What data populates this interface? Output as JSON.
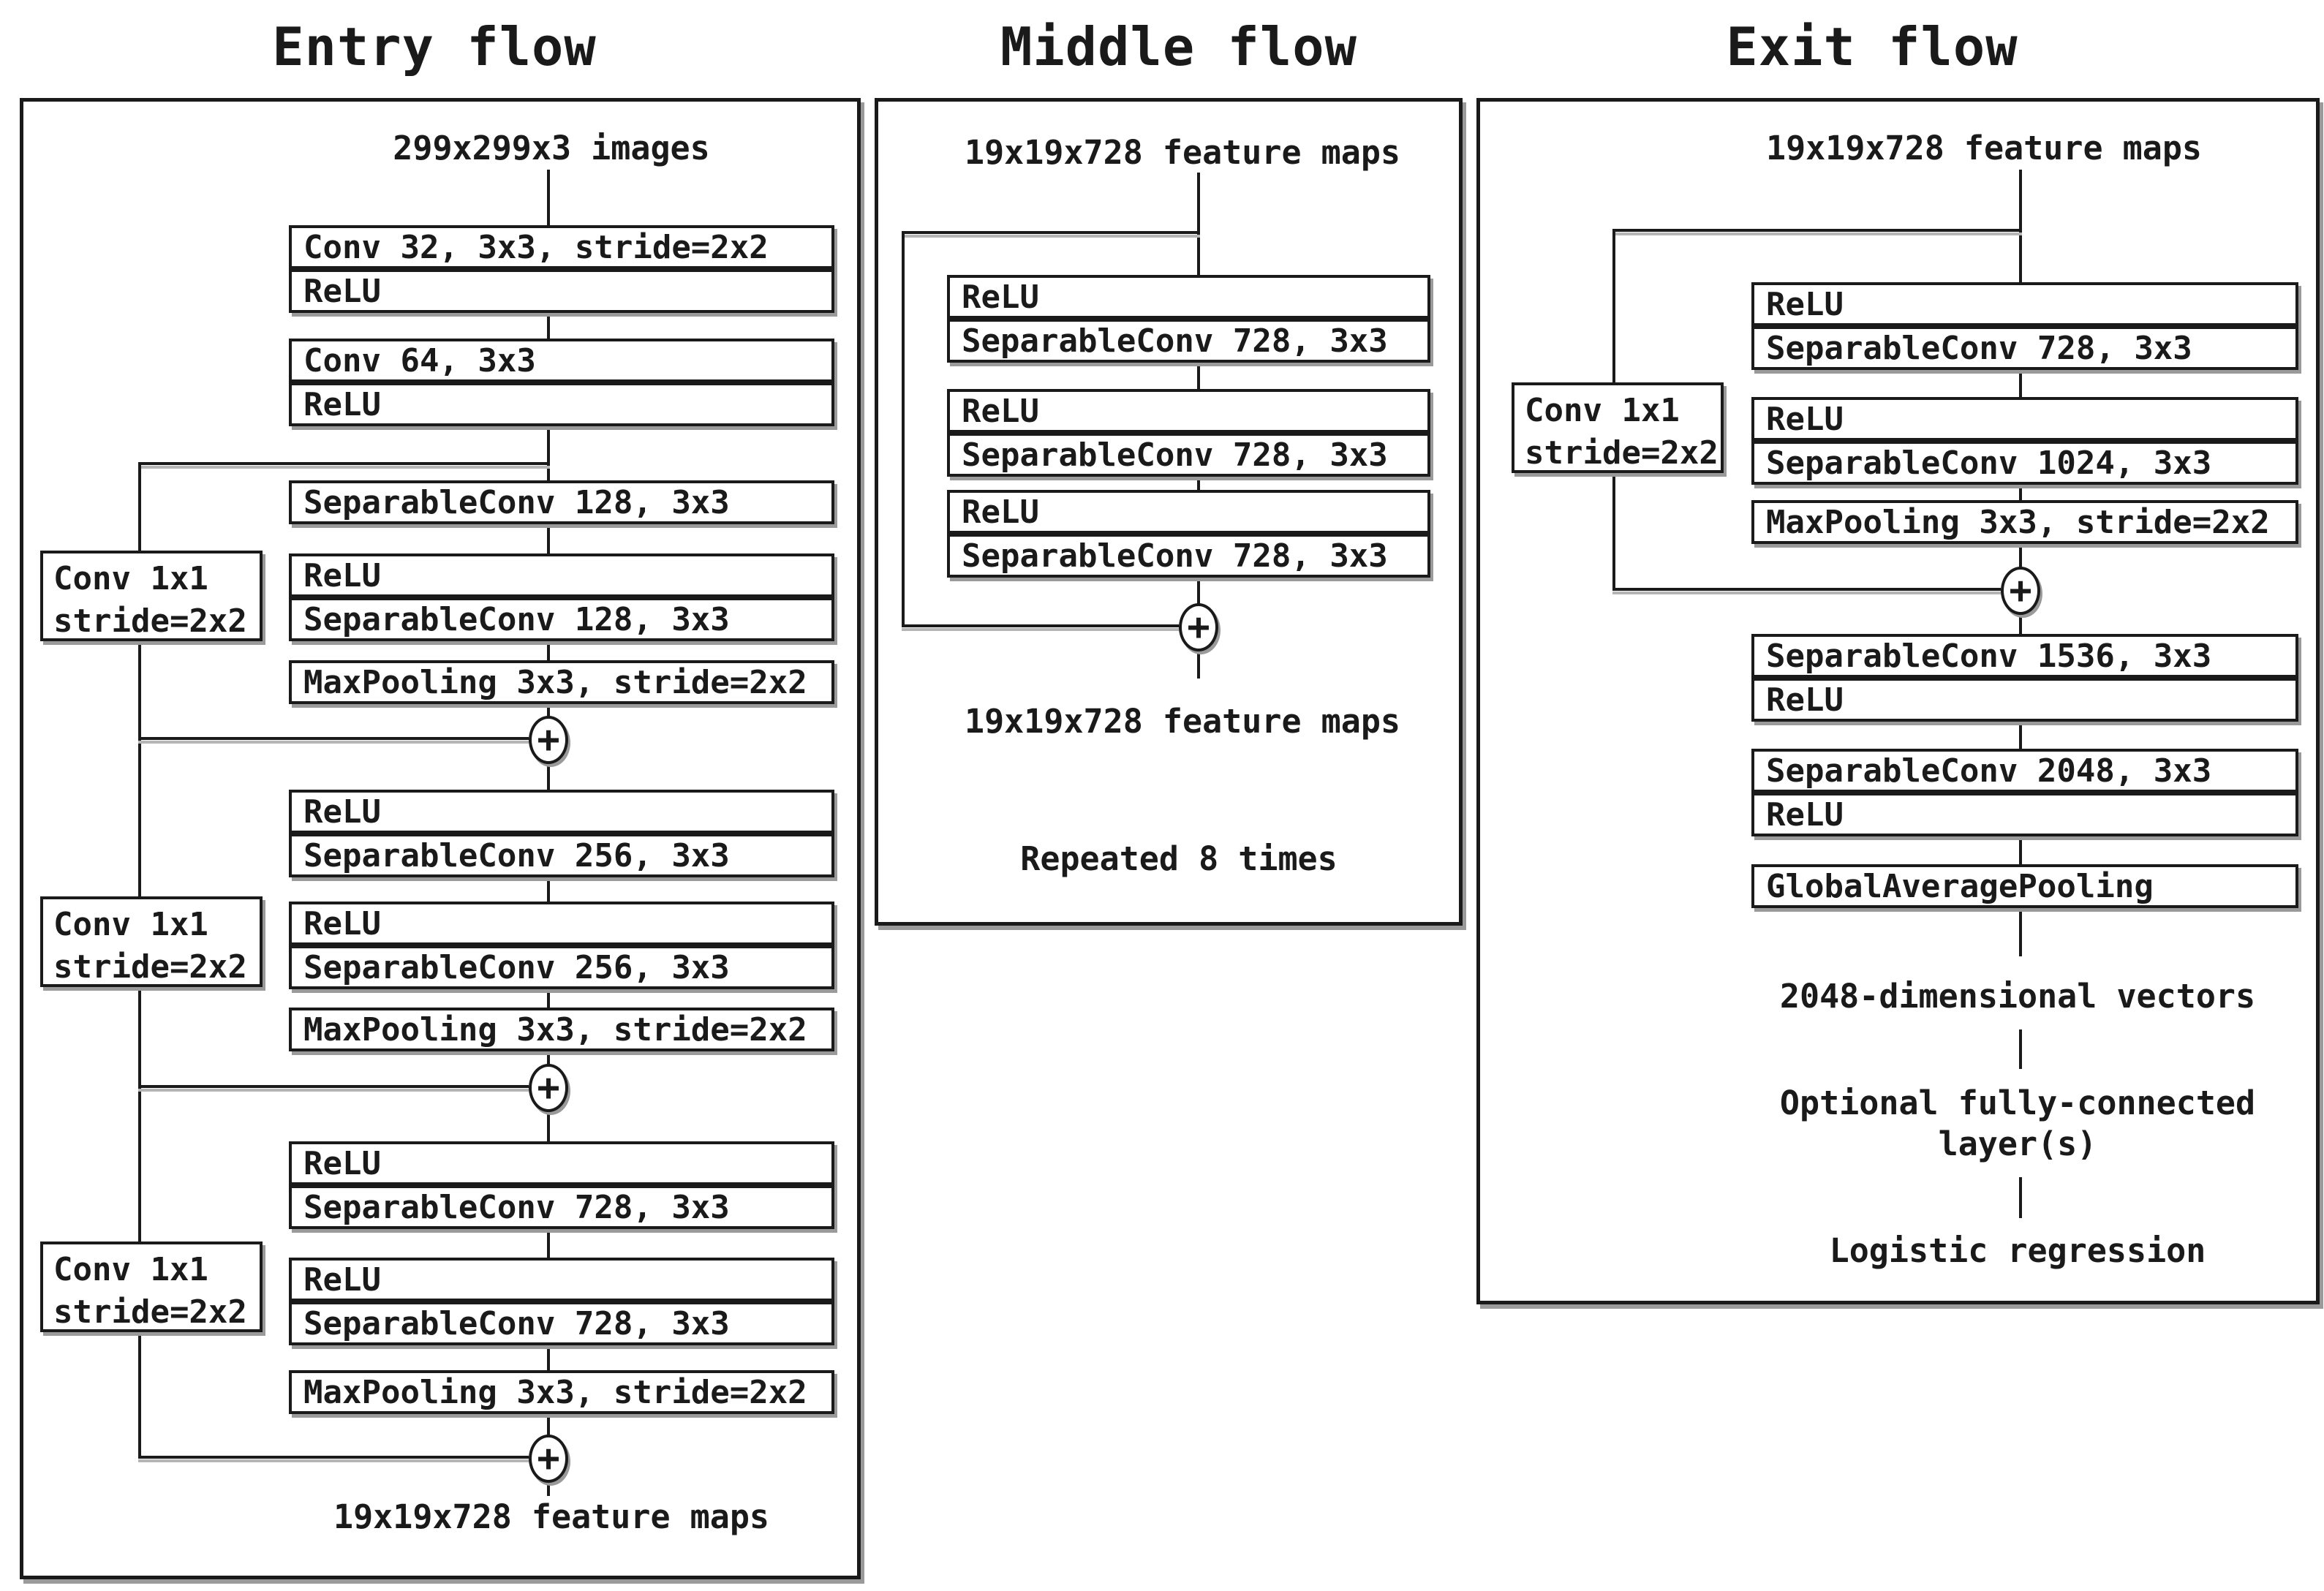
{
  "figure": {
    "plus_symbol": "+",
    "ink_color": "#1a1a1a",
    "background_color": "#ffffff"
  },
  "entry": {
    "title": "Entry flow",
    "input_label": "299x299x3 images",
    "conv32": "Conv 32, 3x3, stride=2x2",
    "relu_a": "ReLU",
    "conv64": "Conv 64, 3x3",
    "relu_b": "ReLU",
    "sep128_a": "SeparableConv 128, 3x3",
    "relu_c": "ReLU",
    "sep128_b": "SeparableConv 128, 3x3",
    "maxpool_a": "MaxPooling 3x3, stride=2x2",
    "relu_d": "ReLU",
    "sep256_a": "SeparableConv 256, 3x3",
    "relu_e": "ReLU",
    "sep256_b": "SeparableConv 256, 3x3",
    "maxpool_b": "MaxPooling 3x3, stride=2x2",
    "relu_f": "ReLU",
    "sep728_a": "SeparableConv 728, 3x3",
    "relu_g": "ReLU",
    "sep728_b": "SeparableConv 728, 3x3",
    "maxpool_c": "MaxPooling 3x3, stride=2x2",
    "skip_conv_line1": "Conv 1x1",
    "skip_conv_line2": "stride=2x2",
    "output_label": "19x19x728 feature maps"
  },
  "middle": {
    "title": "Middle flow",
    "input_label": "19x19x728 feature maps",
    "relu_a": "ReLU",
    "sep_a": "SeparableConv 728, 3x3",
    "relu_b": "ReLU",
    "sep_b": "SeparableConv 728, 3x3",
    "relu_c": "ReLU",
    "sep_c": "SeparableConv 728, 3x3",
    "output_label": "19x19x728 feature maps",
    "repeat_note": "Repeated 8 times"
  },
  "exit": {
    "title": "Exit flow",
    "input_label": "19x19x728 feature maps",
    "relu_a": "ReLU",
    "sep728": "SeparableConv 728, 3x3",
    "relu_b": "ReLU",
    "sep1024": "SeparableConv 1024, 3x3",
    "maxpool": "MaxPooling 3x3, stride=2x2",
    "sep1536": "SeparableConv 1536, 3x3",
    "relu_c": "ReLU",
    "sep2048": "SeparableConv 2048, 3x3",
    "relu_d": "ReLU",
    "gap": "GlobalAveragePooling",
    "skip_conv_line1": "Conv 1x1",
    "skip_conv_line2": "stride=2x2",
    "vectors_label": "2048-dimensional vectors",
    "fc_line1": "Optional fully-connected",
    "fc_line2": "layer(s)",
    "logistic_label": "Logistic regression"
  }
}
